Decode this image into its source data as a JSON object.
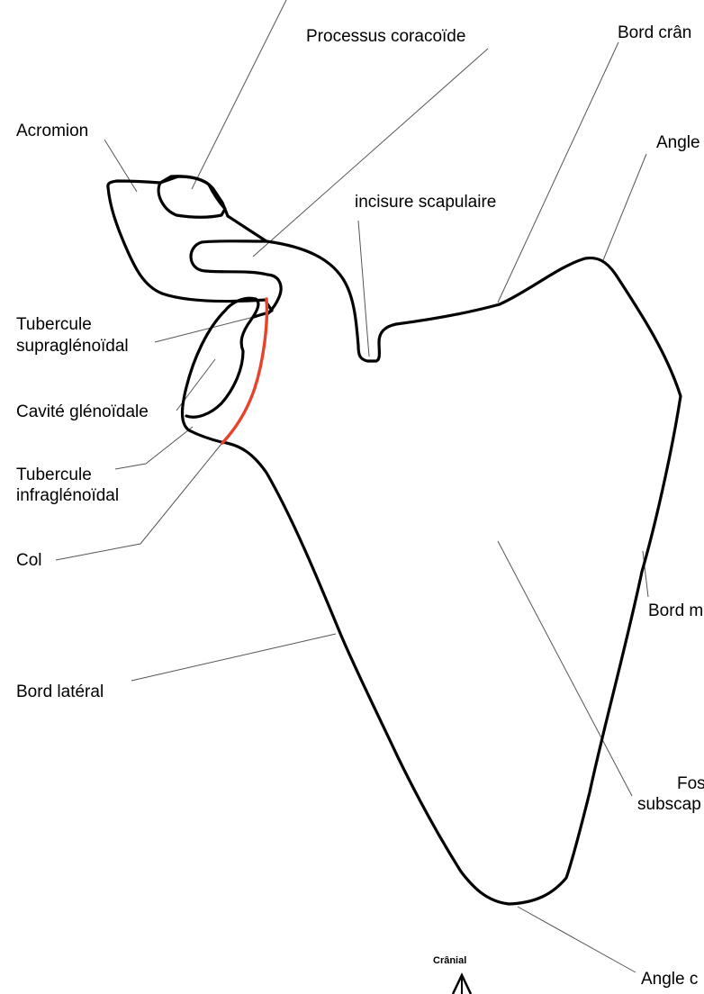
{
  "colors": {
    "outline": "#000000",
    "glenoid_neck_line": "#e8432a",
    "leader_lines": "#555555"
  },
  "labels": {
    "processus_coracoide": "Processus coracoïde",
    "bord_cranial": "Bord crân",
    "acromion": "Acromion",
    "angle_cranial": "Angle",
    "incisure_scapulaire": "incisure scapulaire",
    "tubercule_supra_1": "Tubercule",
    "tubercule_supra_2": "supraglénoïdal",
    "cavite_glenoidale": "Cavité glénoïdale",
    "tubercule_infra_1": "Tubercule",
    "tubercule_infra_2": "infraglénoïdal",
    "col": "Col",
    "bord_medial": "Bord m",
    "bord_lateral": "Bord latéral",
    "fosse_1": "Fos",
    "fosse_2": "subscap",
    "angle_caudal": "Angle c",
    "cranial_arrow": "Crânial"
  }
}
